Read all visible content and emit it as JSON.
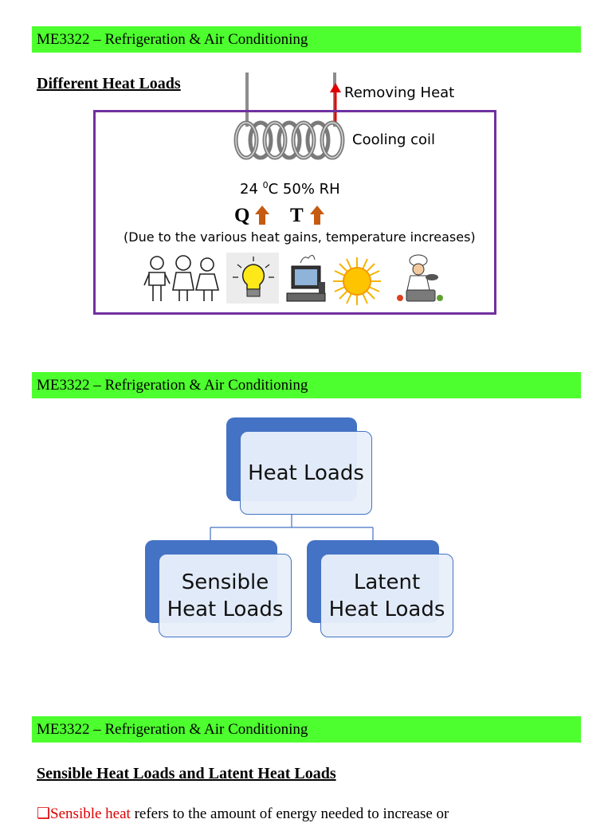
{
  "section1": {
    "band_title": "ME3322 – Refrigeration & Air Conditioning",
    "heading": "Different Heat Loads",
    "removing_heat": "Removing Heat",
    "cooling_coil": "Cooling coil",
    "conditions_pre": "24 ",
    "conditions_sup": "0",
    "conditions_post": "C 50% RH",
    "q_label": "Q",
    "t_label": "T",
    "note": "(Due to the various heat gains, temperature increases)",
    "icons": [
      "people-icon",
      "light-bulb-icon",
      "computer-icon",
      "sun-icon",
      "chef-cooking-icon"
    ]
  },
  "section2": {
    "band_title": "ME3322 – Refrigeration & Air Conditioning",
    "root": "Heat Loads",
    "left_line1": "Sensible",
    "left_line2": "Heat Loads",
    "right_line1": "Latent",
    "right_line2": "Heat Loads",
    "accent_color": "#4472c4"
  },
  "section3": {
    "band_title": "ME3322 – Refrigeration & Air Conditioning",
    "heading": "Sensible Heat Loads and Latent Heat Loads",
    "bullet": "❑",
    "term": "Sensible heat",
    "text": " refers to the amount of energy needed to increase or"
  },
  "colors": {
    "band": "#4dff2e",
    "frame": "#7030a0",
    "arrow_red": "#e00000",
    "arrow_orange": "#c55a11"
  }
}
